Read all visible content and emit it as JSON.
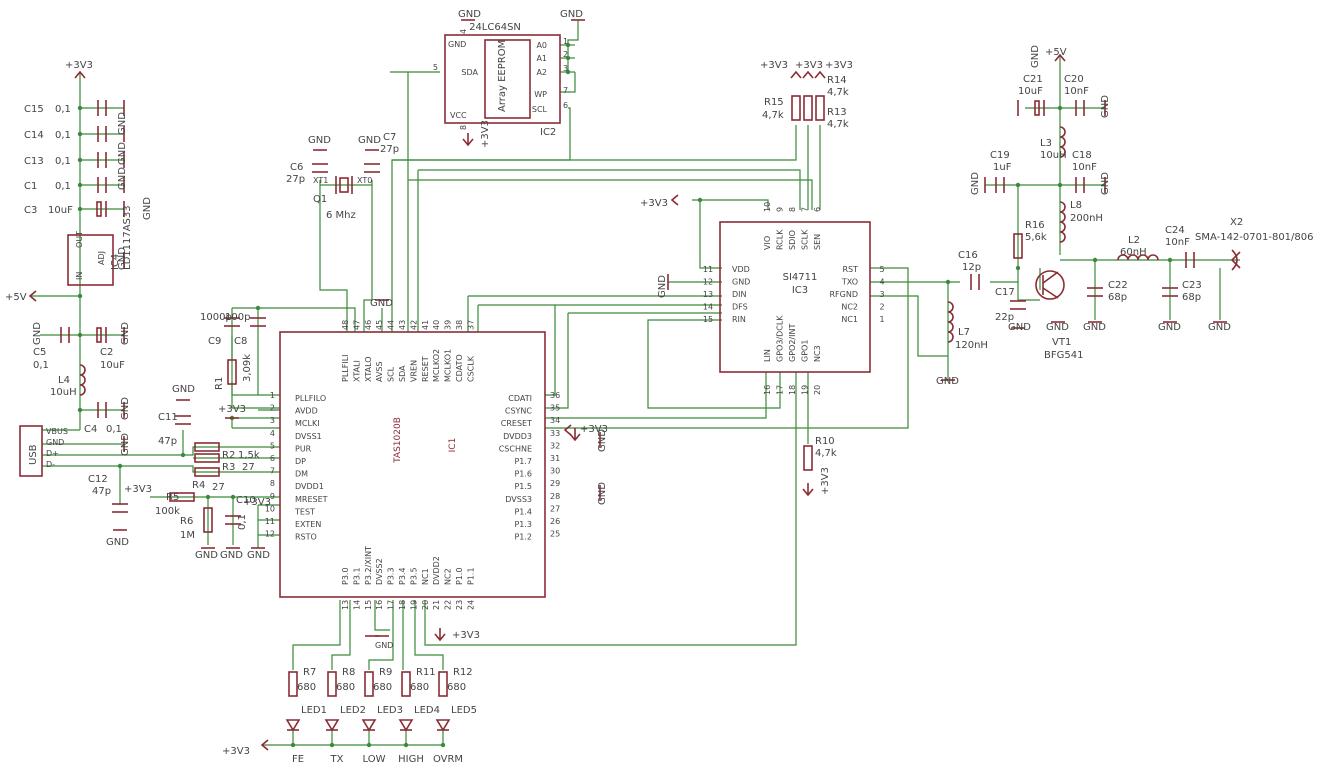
{
  "ics": {
    "ic1": {
      "ref": "IC1",
      "part": "TAS1020B"
    },
    "ic2": {
      "ref": "IC2",
      "part": "24LC64SN",
      "block": "Array EEPROM"
    },
    "ic3": {
      "ref": "IC3",
      "part": "SI4711"
    },
    "ic4": {
      "ref": "IC4",
      "part": "LD1117AS33"
    }
  },
  "ic1_pins_left": [
    {
      "num": "1",
      "name": "PLLFILO"
    },
    {
      "num": "2",
      "name": "AVDD"
    },
    {
      "num": "3",
      "name": "MCLKI"
    },
    {
      "num": "4",
      "name": "DVSS1"
    },
    {
      "num": "5",
      "name": "PUR"
    },
    {
      "num": "6",
      "name": "DP"
    },
    {
      "num": "7",
      "name": "DM"
    },
    {
      "num": "8",
      "name": "DVDD1"
    },
    {
      "num": "9",
      "name": "MRESET"
    },
    {
      "num": "10",
      "name": "TEST"
    },
    {
      "num": "11",
      "name": "EXTEN"
    },
    {
      "num": "12",
      "name": "RSTO"
    }
  ],
  "ic1_pins_right": [
    {
      "num": "36",
      "name": "CDATI"
    },
    {
      "num": "35",
      "name": "CSYNC"
    },
    {
      "num": "34",
      "name": "CRESET"
    },
    {
      "num": "33",
      "name": "DVDD3"
    },
    {
      "num": "32",
      "name": "CSCHNE"
    },
    {
      "num": "31",
      "name": "P1.7"
    },
    {
      "num": "30",
      "name": "P1.6"
    },
    {
      "num": "29",
      "name": "P1.5"
    },
    {
      "num": "28",
      "name": "DVSS3"
    },
    {
      "num": "27",
      "name": "P1.4"
    },
    {
      "num": "26",
      "name": "P1.3"
    },
    {
      "num": "25",
      "name": "P1.2"
    }
  ],
  "ic1_pins_top": [
    {
      "num": "48",
      "name": "PLLFILI"
    },
    {
      "num": "47",
      "name": "XTALI"
    },
    {
      "num": "46",
      "name": "XTALO"
    },
    {
      "num": "45",
      "name": "AVSS"
    },
    {
      "num": "44",
      "name": "SCL"
    },
    {
      "num": "43",
      "name": "SDA"
    },
    {
      "num": "42",
      "name": "VREN"
    },
    {
      "num": "41",
      "name": "RESET"
    },
    {
      "num": "40",
      "name": "MCLKO2"
    },
    {
      "num": "39",
      "name": "MCLKO1"
    },
    {
      "num": "38",
      "name": "CDATO"
    },
    {
      "num": "37",
      "name": "CSCLK"
    }
  ],
  "ic1_pins_bottom": [
    {
      "num": "13",
      "name": "P3.0"
    },
    {
      "num": "14",
      "name": "P3.1"
    },
    {
      "num": "15",
      "name": "P3.2/XINT"
    },
    {
      "num": "16",
      "name": "DVSS2"
    },
    {
      "num": "17",
      "name": "P3.3"
    },
    {
      "num": "18",
      "name": "P3.4"
    },
    {
      "num": "19",
      "name": "P3.5"
    },
    {
      "num": "20",
      "name": "NC1"
    },
    {
      "num": "21",
      "name": "DVDD2"
    },
    {
      "num": "22",
      "name": "NC2"
    },
    {
      "num": "23",
      "name": "P1.0"
    },
    {
      "num": "24",
      "name": "P1.1"
    }
  ],
  "ic2_pins_left": [
    {
      "num": "5",
      "name": "SDA"
    },
    {
      "num": "4",
      "name": "GND"
    },
    {
      "num": "8",
      "name": "VCC"
    }
  ],
  "ic2_pins_right": [
    {
      "num": "1",
      "name": "A0"
    },
    {
      "num": "2",
      "name": "A1"
    },
    {
      "num": "3",
      "name": "A2"
    },
    {
      "num": "7",
      "name": "WP"
    },
    {
      "num": "6",
      "name": "SCL"
    }
  ],
  "ic3_pins_left": [
    {
      "num": "11",
      "name": "VDD"
    },
    {
      "num": "12",
      "name": "GND"
    },
    {
      "num": "13",
      "name": "DIN"
    },
    {
      "num": "14",
      "name": "DFS"
    },
    {
      "num": "15",
      "name": "RIN"
    }
  ],
  "ic3_pins_right": [
    {
      "num": "5",
      "name": "RST"
    },
    {
      "num": "4",
      "name": "TXO"
    },
    {
      "num": "3",
      "name": "RFGND"
    },
    {
      "num": "2",
      "name": "NC2"
    },
    {
      "num": "1",
      "name": "NC1"
    }
  ],
  "ic3_pins_top": [
    {
      "num": "10",
      "name": "VIO"
    },
    {
      "num": "9",
      "name": "RCLK"
    },
    {
      "num": "8",
      "name": "SDIO"
    },
    {
      "num": "7",
      "name": "SCLK"
    },
    {
      "num": "6",
      "name": "SEN"
    }
  ],
  "ic3_pins_bottom": [
    {
      "num": "16",
      "name": "LIN"
    },
    {
      "num": "17",
      "name": "GPO3/DCLK"
    },
    {
      "num": "18",
      "name": "GPO2/INT"
    },
    {
      "num": "19",
      "name": "GPO1"
    },
    {
      "num": "20",
      "name": "NC3"
    }
  ],
  "ic4_pins": {
    "out": "OUT",
    "adj": "ADJ",
    "in": "IN"
  },
  "usb": {
    "label": "USB",
    "pins": [
      "VBUS",
      "GND",
      "D+",
      "D-"
    ]
  },
  "supplies": {
    "v33": "+3V3",
    "v5": "+5V",
    "gnd": "GND"
  },
  "decoupling": [
    {
      "ref": "C15",
      "value": "0,1"
    },
    {
      "ref": "C14",
      "value": "0,1"
    },
    {
      "ref": "C13",
      "value": "0,1"
    },
    {
      "ref": "C1",
      "value": "0,1"
    }
  ],
  "components": {
    "c3": {
      "ref": "C3",
      "value": "10uF"
    },
    "c5": {
      "ref": "C5",
      "value": "0,1"
    },
    "c2": {
      "ref": "C2",
      "value": "10uF"
    },
    "l4": {
      "ref": "L4",
      "value": "10uH"
    },
    "c4": {
      "ref": "C4",
      "value": "0,1"
    },
    "c11": {
      "ref": "C11",
      "value": "47p"
    },
    "c12": {
      "ref": "C12",
      "value": "47p"
    },
    "r2": {
      "ref": "R2",
      "value": "1,5k"
    },
    "r3": {
      "ref": "R3",
      "value": "27"
    },
    "r4": {
      "ref": "R4",
      "value": "27"
    },
    "r5": {
      "ref": "R5",
      "value": "100k"
    },
    "r6": {
      "ref": "R6",
      "value": "1M"
    },
    "c10": {
      "ref": "C10",
      "value": "0,1"
    },
    "r1": {
      "ref": "R1",
      "value": "3,09k"
    },
    "c9": {
      "ref": "C9",
      "value": "1000p"
    },
    "c8": {
      "ref": "C8",
      "value": "100p"
    },
    "c6": {
      "ref": "C6",
      "value": "27p"
    },
    "c7": {
      "ref": "C7",
      "value": "27p"
    },
    "q1": {
      "ref": "Q1",
      "value": "6 Mhz",
      "pin1": "XT1",
      "pin2": "XT0"
    },
    "r15": {
      "ref": "R15",
      "value": "4,7k"
    },
    "r14": {
      "ref": "R14",
      "value": "4,7k"
    },
    "r13": {
      "ref": "R13",
      "value": "4,7k"
    },
    "r10": {
      "ref": "R10",
      "value": "4,7k"
    },
    "c21": {
      "ref": "C21",
      "value": "10uF"
    },
    "c20": {
      "ref": "C20",
      "value": "10nF"
    },
    "l3": {
      "ref": "L3",
      "value": "10uH"
    },
    "c18": {
      "ref": "C18",
      "value": "10nF"
    },
    "c19": {
      "ref": "C19",
      "value": "1uF"
    },
    "l8": {
      "ref": "L8",
      "value": "200nH"
    },
    "r16": {
      "ref": "R16",
      "value": "5,6k"
    },
    "c16": {
      "ref": "C16",
      "value": "12p"
    },
    "c17": {
      "ref": "C17",
      "value": "22p"
    },
    "l7": {
      "ref": "L7",
      "value": "120nH"
    },
    "vt1": {
      "ref": "VT1",
      "value": "BFG541"
    },
    "l2": {
      "ref": "L2",
      "value": "60nH"
    },
    "c24": {
      "ref": "C24",
      "value": "10nF"
    },
    "c22": {
      "ref": "C22",
      "value": "68p"
    },
    "c23": {
      "ref": "C23",
      "value": "68p"
    },
    "x2": {
      "ref": "X2",
      "value": "SMA-142-0701-801/806"
    }
  },
  "leds": [
    {
      "res": "R7",
      "val": "680",
      "led": "LED1",
      "tag": "FE"
    },
    {
      "res": "R8",
      "val": "680",
      "led": "LED2",
      "tag": "TX"
    },
    {
      "res": "R9",
      "val": "680",
      "led": "LED3",
      "tag": "LOW"
    },
    {
      "res": "R11",
      "val": "680",
      "led": "LED4",
      "tag": "HIGH"
    },
    {
      "res": "R12",
      "val": "680",
      "led": "LED5",
      "tag": "OVRM"
    }
  ]
}
